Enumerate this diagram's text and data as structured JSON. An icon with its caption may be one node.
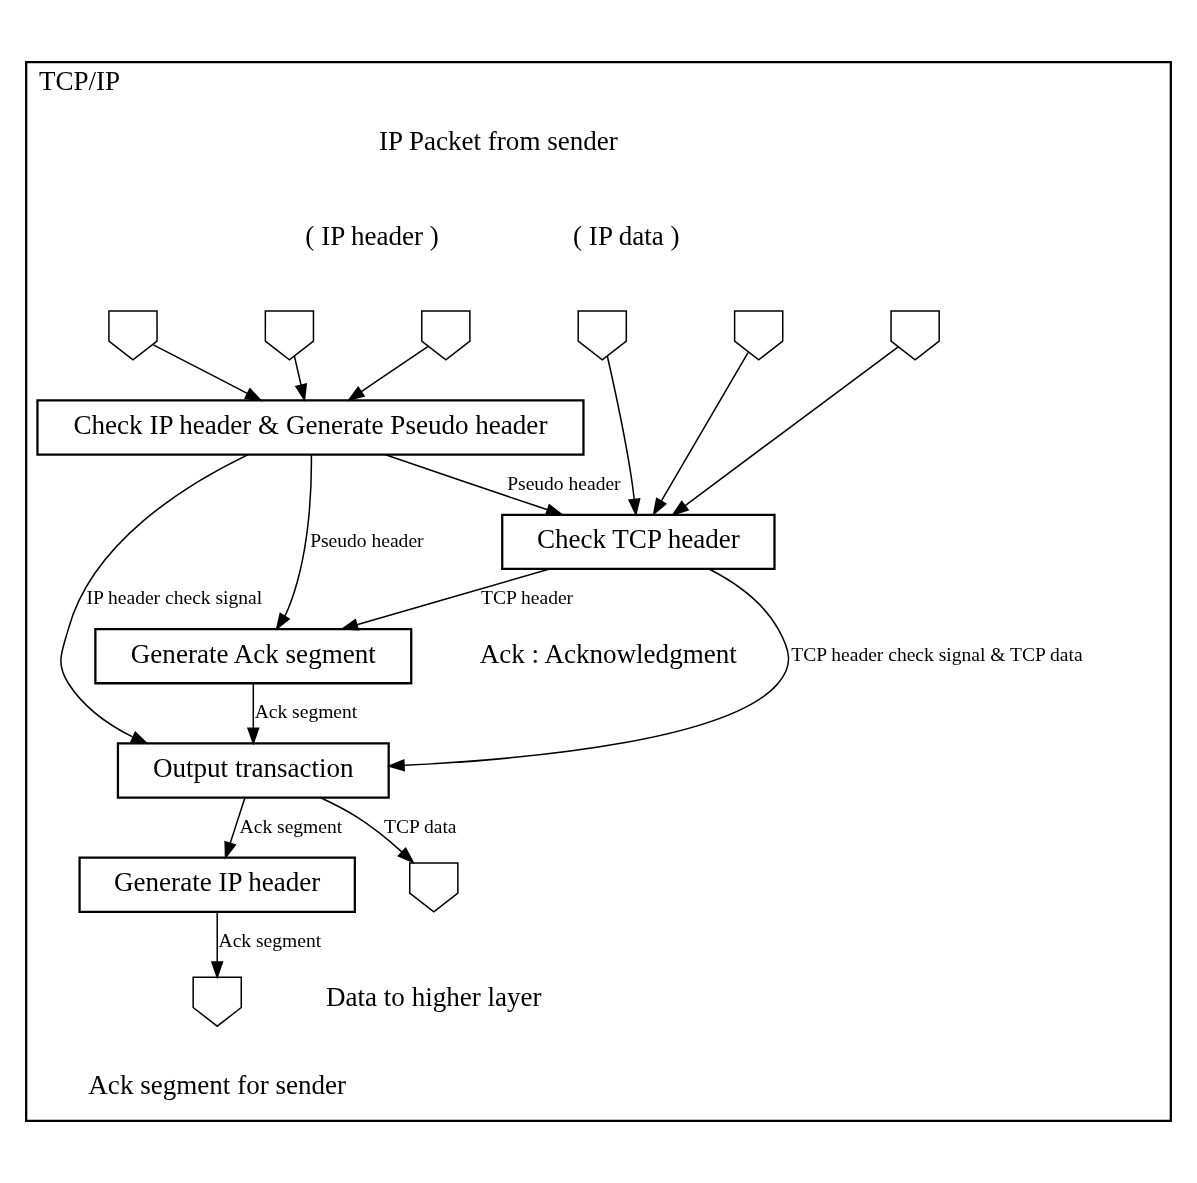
{
  "diagram": {
    "nodes": [
      {
        "text": [
          "TCP/IP"
        ]
      },
      {
        "text": [],
        "shape": "pentagon",
        "in": 0
      },
      {
        "text": [],
        "shape": "pentagon",
        "in": 0
      },
      {
        "text": [],
        "shape": "pentagon",
        "in": 0
      },
      {
        "text": [],
        "shape": "pentagon",
        "in": 0
      },
      {
        "text": [],
        "shape": "pentagon",
        "in": 0
      },
      {
        "text": [],
        "shape": "pentagon",
        "in": 0
      },
      {
        "text": [
          "Check IP header & Generate Pseudo header"
        ],
        "in": 0
      },
      {
        "text": [
          "Check TCP header"
        ],
        "in": 0
      },
      {
        "text": [
          "Generate Ack segment"
        ],
        "in": 0
      },
      {
        "text": [
          "Output transaction"
        ],
        "in": 0
      },
      {
        "text": [
          "Generate IP header"
        ],
        "in": 0
      },
      {
        "text": [],
        "shape": "pentagon",
        "in": 0,
        "beside": [
          "Data to higher layer"
        ]
      },
      {
        "text": [],
        "shape": "pentagon",
        "in": 0,
        "beside": [
          "Ack segment for sender"
        ]
      }
    ],
    "edges": [
      {
        "from": 1,
        "to": 7,
        "arrow": "to"
      },
      {
        "from": 2,
        "to": 7,
        "arrow": "to"
      },
      {
        "from": 3,
        "to": 7,
        "arrow": "to"
      },
      {
        "from": 4,
        "to": 8,
        "arrow": "to"
      },
      {
        "from": 5,
        "to": 8,
        "arrow": "to"
      },
      {
        "from": 6,
        "to": 8,
        "arrow": "to"
      },
      {
        "from": 7,
        "to": 10,
        "arrow": "to",
        "label": "IP header check signal"
      },
      {
        "from": 7,
        "to": 9,
        "arrow": "to",
        "label": "Pseudo header"
      },
      {
        "from": 7,
        "to": 8,
        "arrow": "to",
        "label": "Pseudo header"
      },
      {
        "from": 8,
        "to": 9,
        "arrow": "to",
        "label": "TCP header"
      },
      {
        "from": 8,
        "to": 10,
        "arrow": "to",
        "label": "TCP header check signal & TCP data"
      },
      {
        "from": 9,
        "to": 10,
        "arrow": "to",
        "label": "Ack segment"
      },
      {
        "from": 10,
        "to": 12,
        "arrow": "to",
        "label": "TCP data"
      },
      {
        "from": 10,
        "to": 11,
        "arrow": "to",
        "label": "Ack segment"
      },
      {
        "from": 11,
        "to": 13,
        "arrow": "to",
        "label": "Ack segment"
      }
    ],
    "labels": [
      "IP Packet from sender",
      "( IP header )",
      "( IP data )",
      "Ack : Acknowledgment"
    ]
  }
}
